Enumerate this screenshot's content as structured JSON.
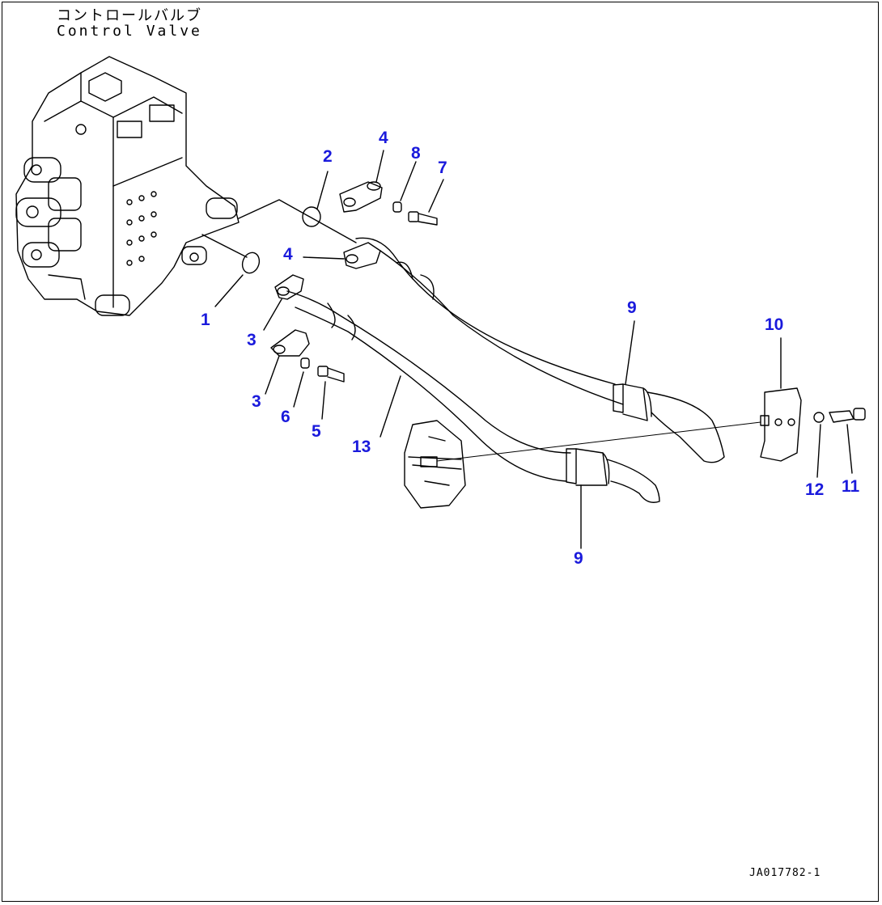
{
  "title": {
    "japanese": "コントロールバルブ",
    "english": "Control Valve"
  },
  "drawing_code": "JA017782-1",
  "callouts": {
    "c1": "1",
    "c2": "2",
    "c3a": "3",
    "c3b": "3",
    "c4a": "4",
    "c4b": "4",
    "c5": "5",
    "c6": "6",
    "c7": "7",
    "c8": "8",
    "c9a": "9",
    "c9b": "9",
    "c10": "10",
    "c11": "11",
    "c12": "12",
    "c13": "13"
  },
  "colors": {
    "callout": "#1a1adc",
    "line": "#000000"
  }
}
